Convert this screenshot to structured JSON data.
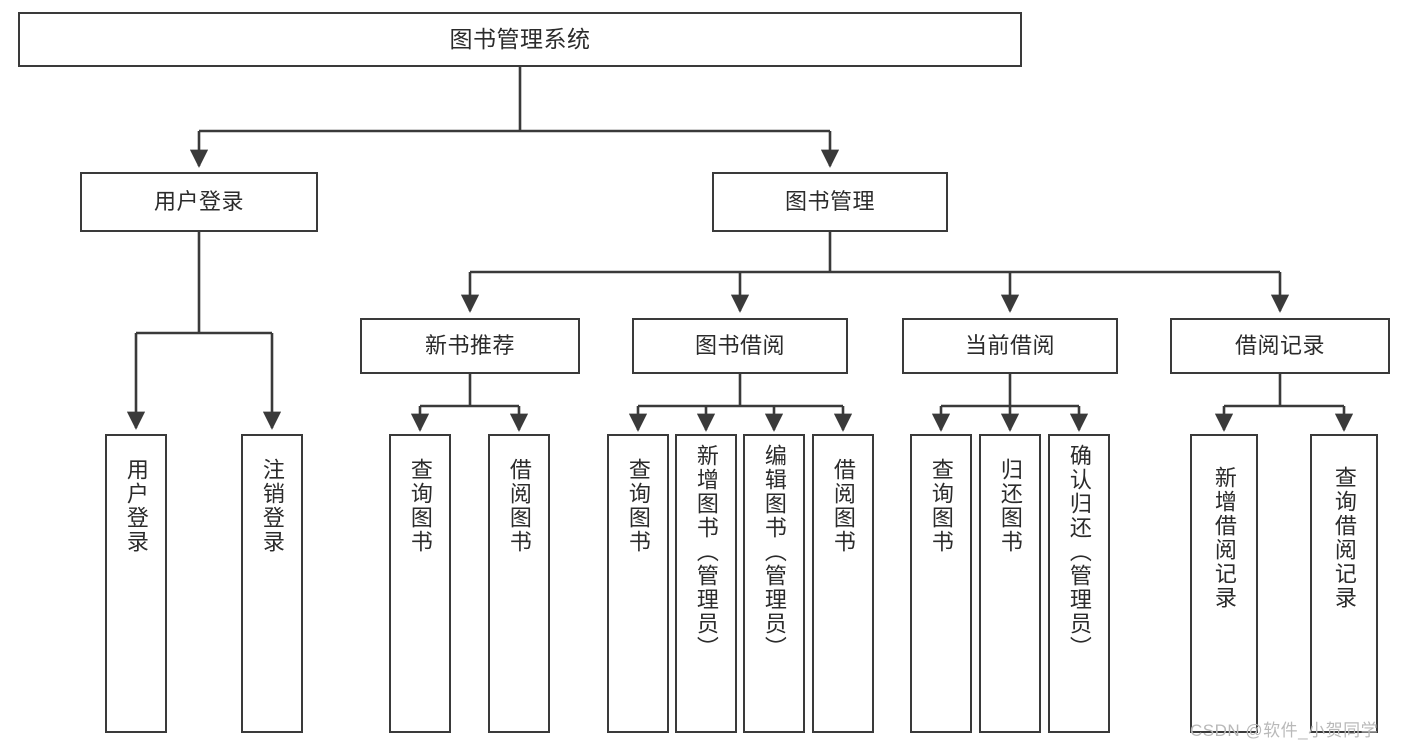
{
  "diagram": {
    "type": "tree",
    "title": "图书管理系统",
    "watermark": "CSDN @软件_小贺同学",
    "colors": {
      "stroke": "#3a3a3a",
      "fill": "#ffffff",
      "text": "#2b2b2b",
      "watermark": "#b9b9b9"
    },
    "nodes": {
      "root": {
        "label": "图书管理系统"
      },
      "level1": [
        {
          "id": "user-login",
          "label": "用户登录"
        },
        {
          "id": "book-manage",
          "label": "图书管理"
        }
      ],
      "level2": [
        {
          "id": "new-book-recommend",
          "label": "新书推荐"
        },
        {
          "id": "book-borrow",
          "label": "图书借阅"
        },
        {
          "id": "current-borrow",
          "label": "当前借阅"
        },
        {
          "id": "borrow-record",
          "label": "借阅记录"
        }
      ],
      "leaves": {
        "user-login": [
          {
            "id": "leaf-user-login",
            "label": "用户登录"
          },
          {
            "id": "leaf-logout-login",
            "label": "注销登录"
          }
        ],
        "new-book-recommend": [
          {
            "id": "leaf-query-book-1",
            "label": "查询图书"
          },
          {
            "id": "leaf-borrow-book-1",
            "label": "借阅图书"
          }
        ],
        "book-borrow": [
          {
            "id": "leaf-query-book-2",
            "label": "查询图书"
          },
          {
            "id": "leaf-add-book",
            "label": "新增图书（管理员）"
          },
          {
            "id": "leaf-edit-book",
            "label": "编辑图书（管理员）"
          },
          {
            "id": "leaf-borrow-book-2",
            "label": "借阅图书"
          }
        ],
        "current-borrow": [
          {
            "id": "leaf-query-book-3",
            "label": "查询图书"
          },
          {
            "id": "leaf-return-book",
            "label": "归还图书"
          },
          {
            "id": "leaf-confirm-return",
            "label": "确认归还（管理员）"
          }
        ],
        "borrow-record": [
          {
            "id": "leaf-add-record",
            "label": "新增借阅记录"
          },
          {
            "id": "leaf-query-record",
            "label": "查询借阅记录"
          }
        ]
      }
    }
  }
}
